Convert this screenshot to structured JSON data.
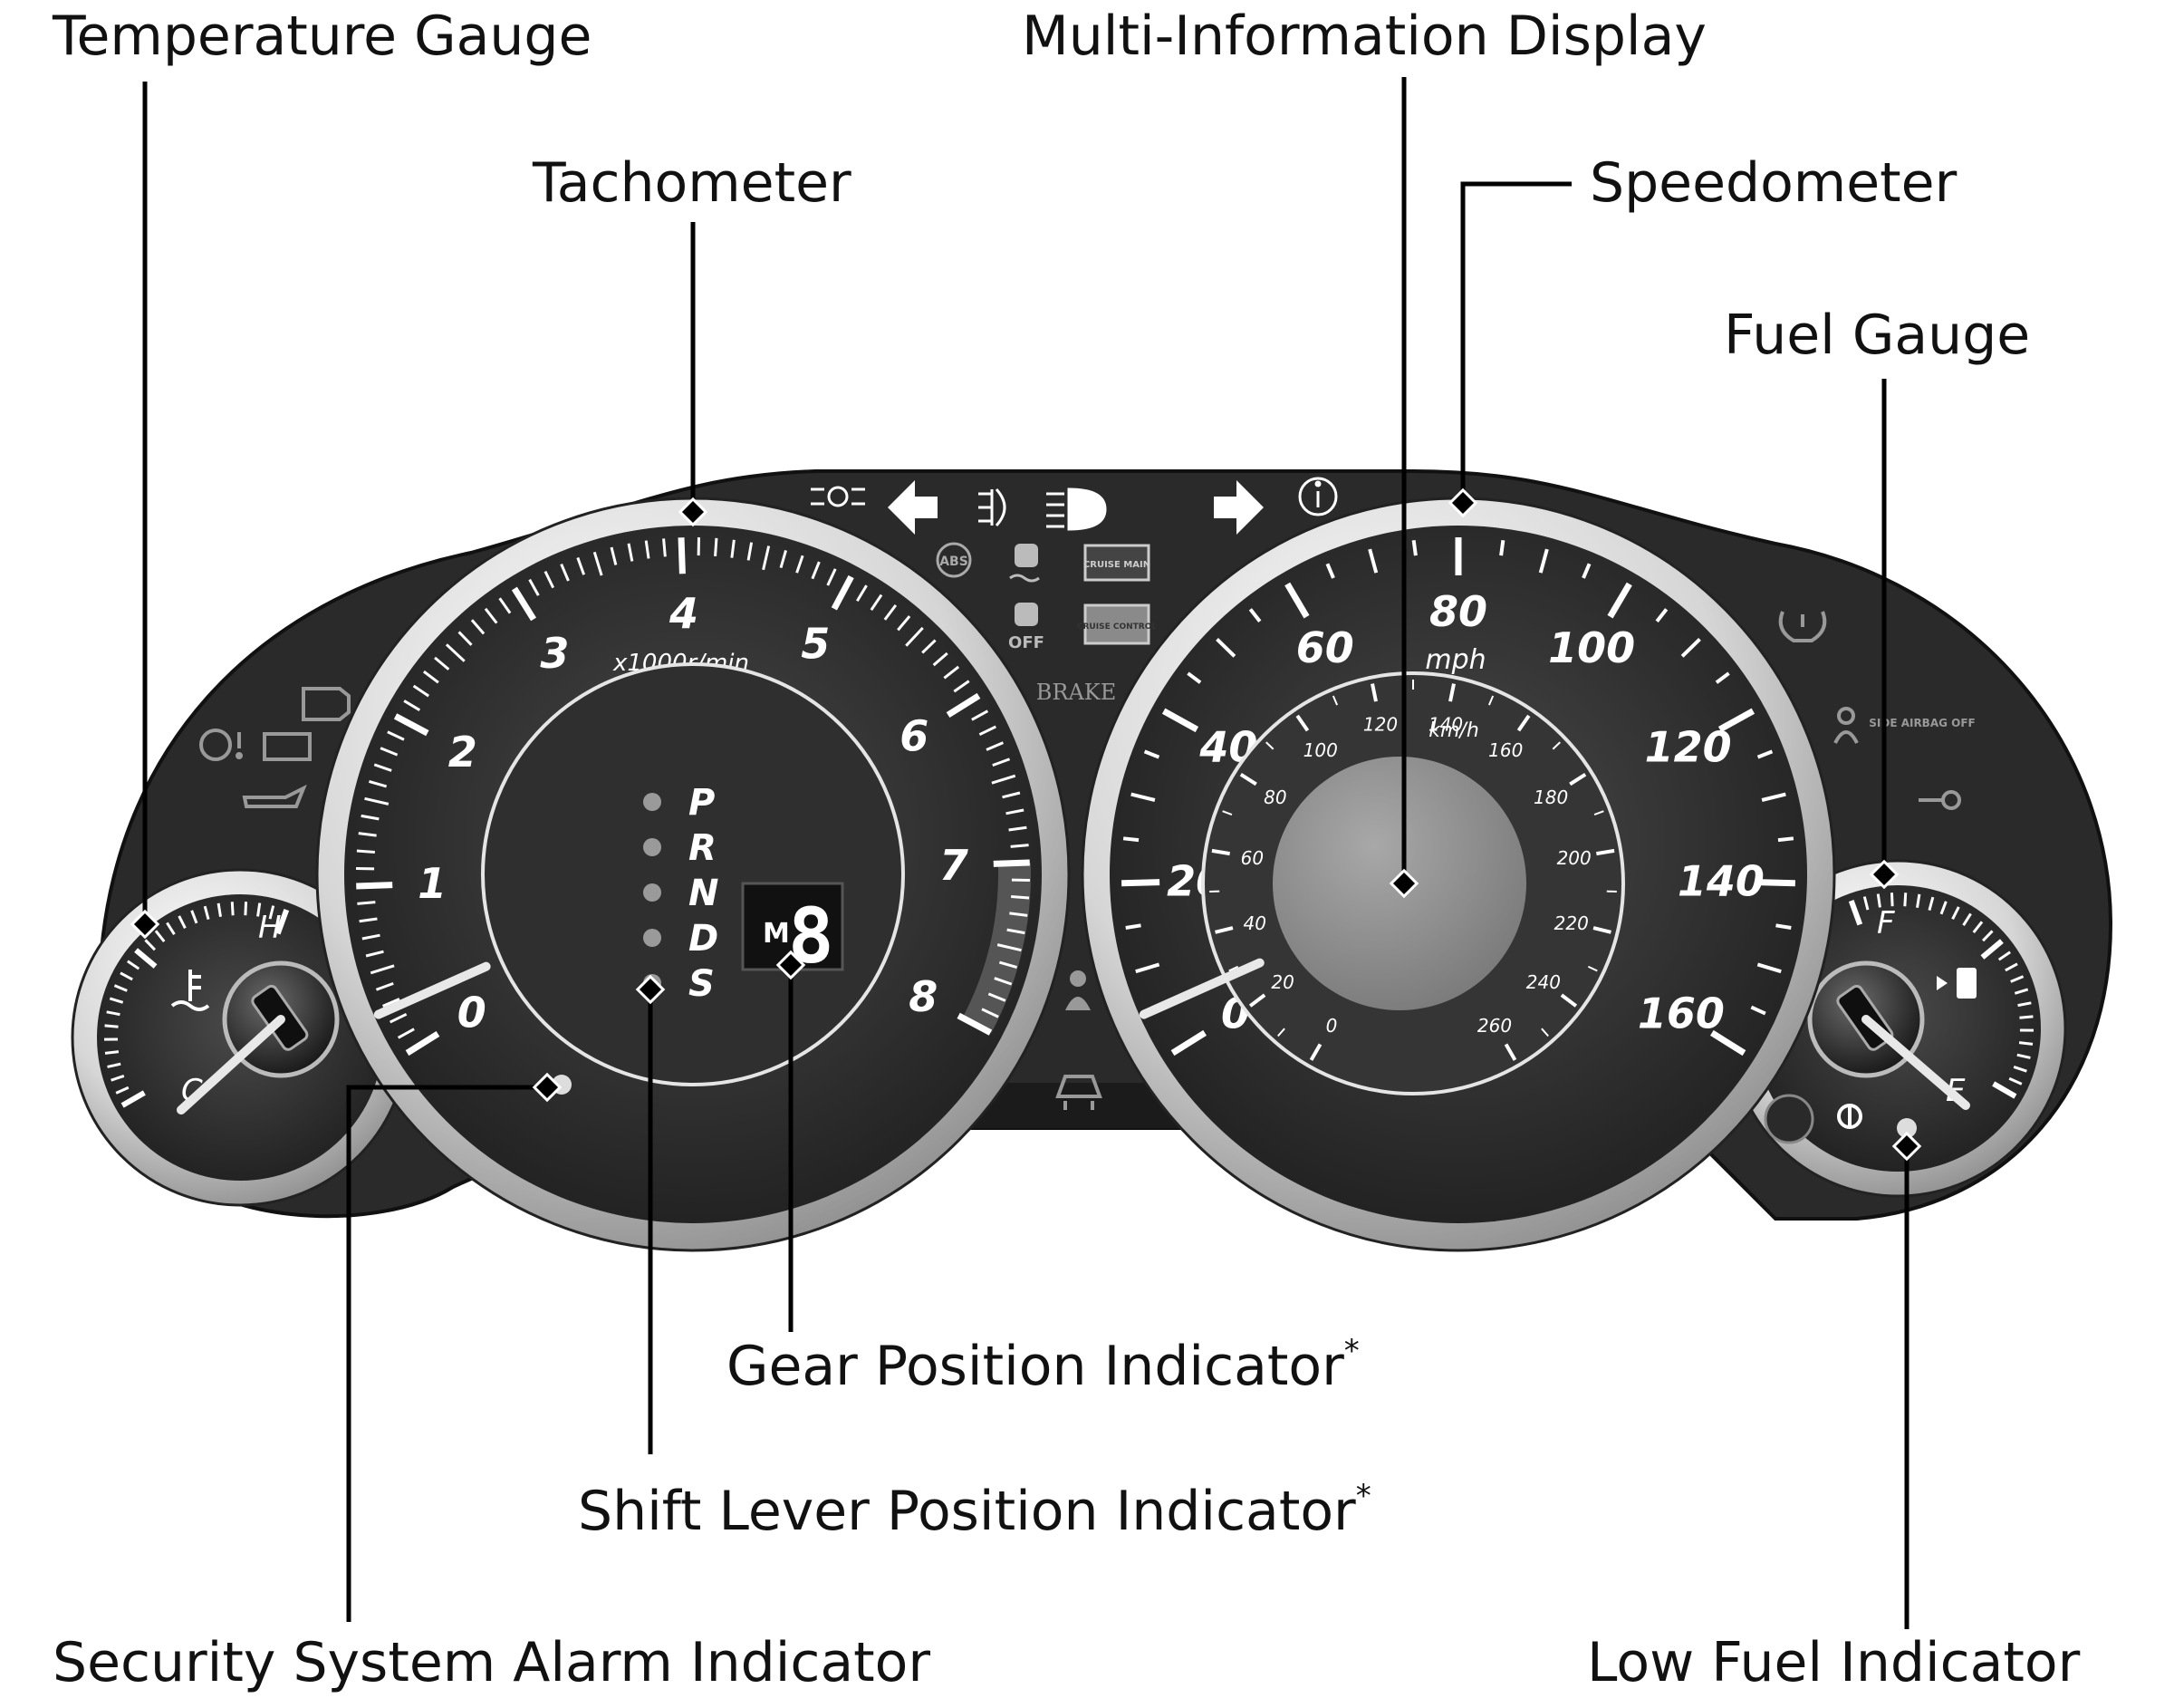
{
  "callouts": {
    "temperature_gauge": "Temperature Gauge",
    "multi_information_display": "Multi-Information Display",
    "tachometer": "Tachometer",
    "speedometer": "Speedometer",
    "fuel_gauge": "Fuel Gauge",
    "gear_position_indicator": "Gear Position Indicator",
    "shift_lever_position_indicator": "Shift Lever Position Indicator",
    "security_system_alarm_indicator": "Security System Alarm Indicator",
    "low_fuel_indicator": "Low Fuel Indicator",
    "footnote_mark": "*"
  },
  "tachometer": {
    "labels": [
      "0",
      "1",
      "2",
      "3",
      "4",
      "5",
      "6",
      "7",
      "8"
    ],
    "unit": "x1000r/min",
    "needle_value": 0
  },
  "speedometer": {
    "mph_labels": [
      "0",
      "20",
      "40",
      "60",
      "80",
      "100",
      "120",
      "140",
      "160"
    ],
    "mph_unit": "mph",
    "kmh_labels": [
      "0",
      "20",
      "40",
      "60",
      "80",
      "100",
      "120",
      "140",
      "160",
      "180",
      "200",
      "220",
      "240",
      "260"
    ],
    "kmh_unit": "km/h",
    "needle_value": 0
  },
  "shift_positions": [
    "P",
    "R",
    "N",
    "D",
    "S"
  ],
  "gear_display": {
    "mode_letter": "M",
    "digit": "8"
  },
  "temperature": {
    "high": "H",
    "low": "C"
  },
  "fuel": {
    "full": "F",
    "empty": "E"
  },
  "warning_text": {
    "cruise_main": "CRUISE MAIN",
    "cruise_control": "CRUISE CONTROL",
    "brake": "BRAKE",
    "off": "OFF",
    "side_airbag_off": "SIDE AIRBAG OFF"
  },
  "colors": {
    "bezel": "#2b2b2b",
    "dial": "#3a3a3a",
    "ring": "#d8d8d8",
    "display": "#8f8f8f",
    "text_light": "#ffffff",
    "label": "#111111"
  }
}
